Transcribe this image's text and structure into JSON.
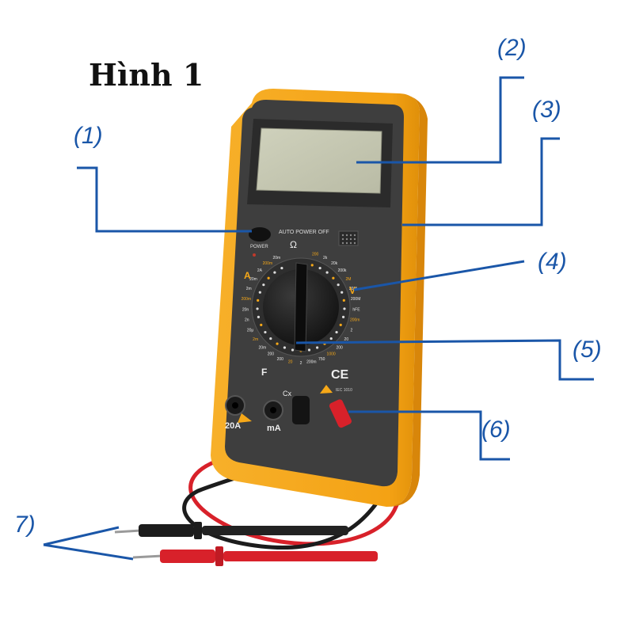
{
  "figure": {
    "title": "Hình 1",
    "callouts": [
      "(1)",
      "(2)",
      "(3)",
      "(4)",
      "(5)",
      "(6)",
      "7)"
    ]
  },
  "device": {
    "power_label": "POWER",
    "auto_off_label": "AUTO POWER OFF",
    "ohm_symbol": "Ω",
    "f_label": "F",
    "cx_label": "Cx",
    "a_label": "A",
    "v_label": "V",
    "jack_20a": "20A",
    "jack_ma": "mA",
    "ce_mark": "CE",
    "iec_mark": "IEC 1010",
    "dial_values": [
      "200",
      "2k",
      "20k",
      "200k",
      "2M",
      "20M",
      "200M",
      "hFE",
      "200m",
      "2",
      "20",
      "200",
      "1000",
      "750",
      "200m",
      "2",
      "20",
      "200",
      "200",
      "20m",
      "2m",
      "20μ",
      "2n",
      "20n",
      "200m",
      "2m",
      "20m",
      "2A",
      "200m",
      "20m"
    ]
  },
  "colors": {
    "callout": "#1a56a8",
    "body_yellow": "#f6a818",
    "face_dark": "#3e3e3e",
    "lcd": "#c7c9b4",
    "lead_red": "#d8212a",
    "lead_black": "#1c1c1c"
  }
}
